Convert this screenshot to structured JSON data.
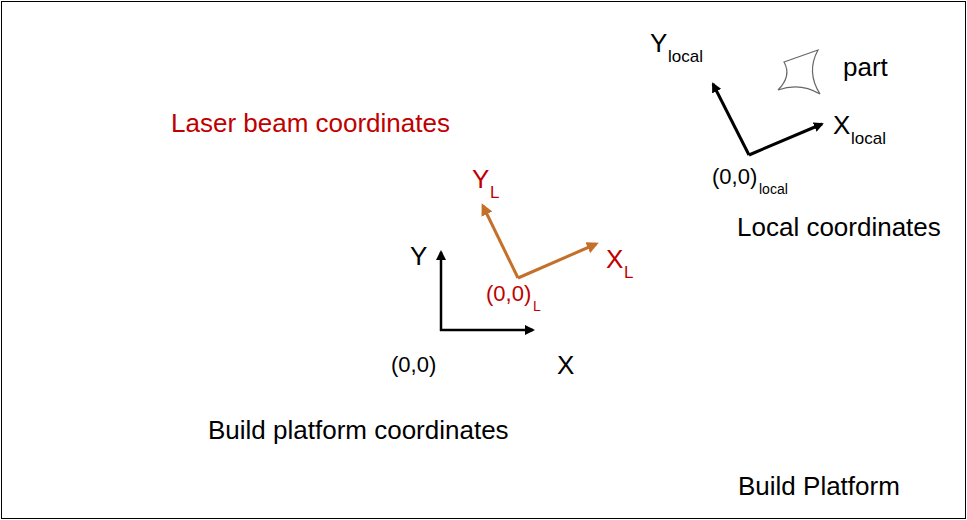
{
  "diagram": {
    "nodes": [
      {
        "text": [
          "Build Platform"
        ]
      }
    ],
    "labels": [
      "Laser beam coordinates",
      "Y",
      "L",
      "X",
      "L",
      "(0,0)",
      "L",
      "Y",
      "X",
      "(0,0)",
      "Build platform coordinates",
      "Y",
      "local",
      "X",
      "local",
      "(0,0)",
      "local",
      "Local coordinates",
      "part"
    ]
  }
}
